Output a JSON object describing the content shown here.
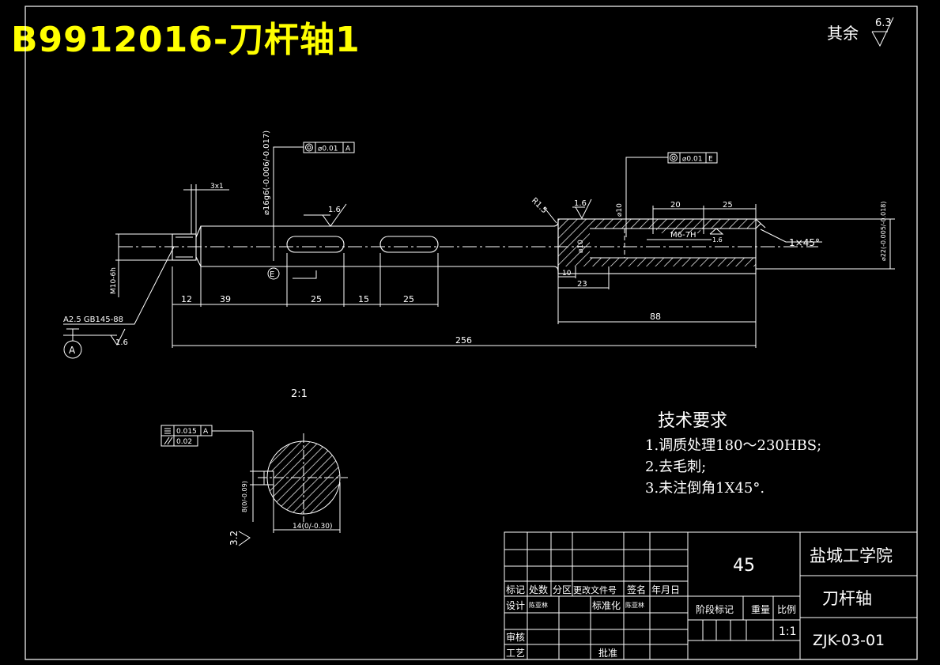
{
  "title": "B9912016-刀杆轴1",
  "surface_other": {
    "label": "其余",
    "value": "6.3"
  },
  "tech_requirements": {
    "heading": "技术要求",
    "items": [
      "1.调质处理180～230HBS;",
      "2.去毛刺;",
      "3.未注倒角1X45°."
    ]
  },
  "annotations": {
    "tol_runout_a": "⌀0.01",
    "datum_a": "A",
    "tol_runout_e": "⌀0.01",
    "datum_e": "E",
    "chamfer_small": "3x1",
    "dia_16": "⌀16g6(-0.006/-0.017)",
    "rough_16_a": "1.6",
    "rough_16_b": "1.6",
    "rough_16_c": "1.6",
    "r15": "R1.5",
    "dia_10": "⌀10",
    "thread_m6": "M6-7H",
    "chamfer_big": "1×45°",
    "dia_22": "⌀22(-0.005/-0.018)",
    "dia_10f": "⌀10",
    "thread_m10": "M10-6h",
    "center_hole": "A2.5  GB145-88",
    "datum_a_circle": "A",
    "datum_e_circle": "E",
    "section_label": "2:1",
    "sec_sym": "0.015",
    "sec_sym_datum": "A",
    "sec_par": "0.02",
    "sec_depth": "8(0/-0.09)",
    "sec_width": "14(0/-0.30)",
    "sec_rough": "3.2"
  },
  "dimensions": {
    "d12": "12",
    "d39": "39",
    "d25a": "25",
    "d15": "15",
    "d25b": "25",
    "d256": "256",
    "d88": "88",
    "d10": "10",
    "d23": "23",
    "d20": "20",
    "d25c": "25"
  },
  "title_block": {
    "material": "45",
    "school": "盐城工学院",
    "part_name": "刀杆轴",
    "drawing_no": "ZJK-03-01",
    "scale": "1:1",
    "h_mark": "标记",
    "h_count": "处数",
    "h_zone": "分区",
    "h_doc": "更改文件号",
    "h_sign": "签名",
    "h_date": "年月日",
    "design": "设计",
    "design_sig": "陈亚林",
    "standard": "标准化",
    "standard_sig": "陈亚林",
    "stage_mark": "阶段标记",
    "weight": "重量",
    "ratio": "比例",
    "review": "审核",
    "process": "工艺",
    "approve": "批准"
  },
  "colors": {
    "title": "#ffff00",
    "lines": "#ffffff",
    "background": "#000000"
  }
}
